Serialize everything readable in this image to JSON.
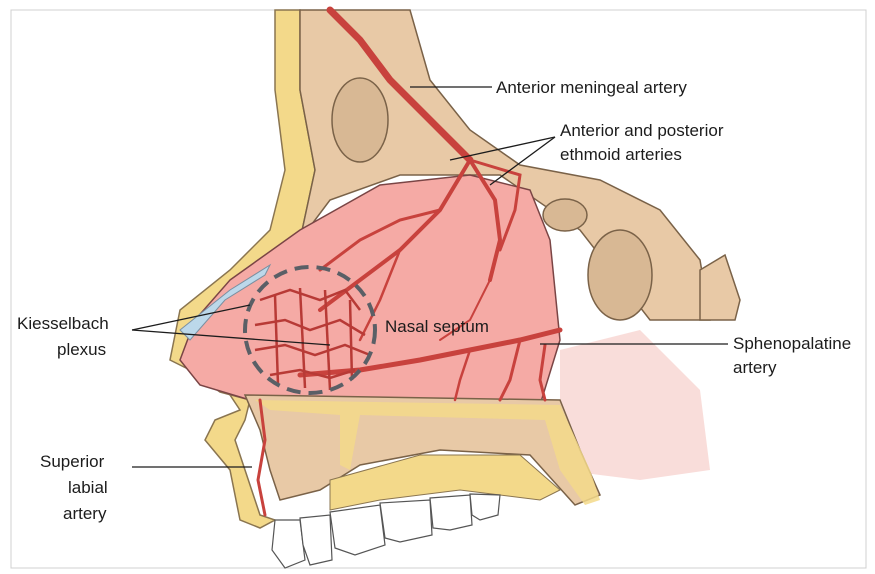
{
  "labels": {
    "anterior_meningeal": "Anterior meningeal artery",
    "ethmoid_line1": "Anterior and posterior",
    "ethmoid_line2": "ethmoid arteries",
    "kiesselbach_line1": "Kiesselbach",
    "kiesselbach_line2": "plexus",
    "nasal_septum": "Nasal septum",
    "sphenopalatine_line1": "Sphenopalatine",
    "sphenopalatine_line2": "artery",
    "superior_labial_line1": "Superior",
    "superior_labial_line2": "labial",
    "superior_labial_line3": "artery"
  },
  "colors": {
    "skin": "#f3d98a",
    "bone": "#e8c9a6",
    "septum": "#f5aaa5",
    "artery": "#c8423d",
    "plexus_ring": "#5a5f66",
    "mucosa_shadow": "#f7c9c4",
    "teeth": "#ffffff",
    "gum": "#f2b7ad"
  }
}
